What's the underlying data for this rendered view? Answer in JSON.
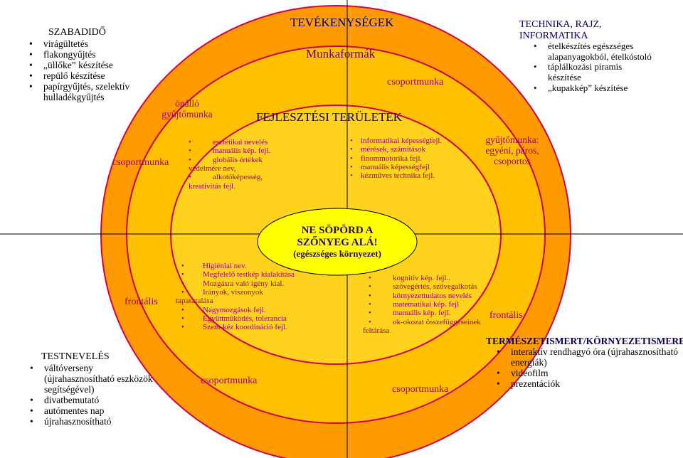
{
  "colors": {
    "outer": "#ff9a00",
    "middle": "#ffc000",
    "inner": "#ffd21e",
    "center": "#ffff00",
    "stroke": "#d10050",
    "labels": "#b0006a",
    "technika_title": "#0b0b6e"
  },
  "szabadido": {
    "title": "SZABADIDŐ",
    "items": [
      "virágültetés",
      "flakongyűjtés",
      "„üllőke” készítése",
      "repülő készítése",
      "papírgyűjtés, szelektív hulladékgyűjtés"
    ]
  },
  "top_left_label": "önálló gyűjtőmunka",
  "tevekenysegek": "TEVÉKENYSÉGEK",
  "munkaformak": "Munkaformák",
  "csoportmunka_top": "csoportmunka",
  "fejlesztesi": "FEJLESZTÉSI TERÜLETEK",
  "technika": {
    "title": "TECHNIKA, RAJZ, INFORMATIKA",
    "items": [
      "ételkészítés egészséges alapanyagokból, ételkóstoló",
      "táplálkozási piramis készítése",
      "„kupakkép” készítése"
    ]
  },
  "csoportmunka_left": "csoportmunka",
  "q1": {
    "items": [
      "esztétikai nevelés",
      "manuális kép. fejl.",
      "globális értékek védelmére nev,",
      "alkotóképesség, kreativitás fejl."
    ]
  },
  "q2": {
    "items": [
      "informatikai képességfejl.",
      "mérések, számítások",
      "finommotorika fejl.",
      "manuális képességfejl",
      "kézműves technika fejl."
    ]
  },
  "gyujtomunka_right": "gyűjtőmunka: egyéni, páros, csoportos",
  "center": {
    "line1": "NE SÖPÖRD A",
    "line2": "SZŐNYEG ALÁ!",
    "line3": "(egészséges környezet)"
  },
  "frontalis_left": "frontális",
  "frontalis_right": "frontális",
  "q3": {
    "items": [
      "Higiéniai nev.",
      "Megfelelő testkép kialakítása",
      "Mozgásra való igény kial.",
      "Irányok, viszonyok tapasztalása",
      "Nagymozgások fejl.",
      "Együttműködés, tolerancia",
      "Szem-kéz koordináció fejl."
    ]
  },
  "q4": {
    "items": [
      "kognitív kép. fejl..",
      "szövegértés, szövegalkotás",
      "környezettudatos nevelés",
      "matematikai kép. fejl",
      "manuális kép. fejl.",
      "ok-okozat összefüggéseinek feltárása"
    ]
  },
  "csoportmunka_bl": "csoportmunka",
  "csoportmunka_br": "csoportmunka",
  "testneveles": {
    "title": "TESTNEVELÉS",
    "items": [
      "váltóverseny (újrahasznosítható eszközök segítségével)",
      "divatbemutató",
      "autómentes nap",
      "újrahasznosítható"
    ]
  },
  "termeszet": {
    "title": "TERMÉSZETISMERT/KÖRNYEZETISMERET",
    "items": [
      "interaktív rendhagyó óra (újrahasznosítható energiák)",
      "videofilm",
      "prezentációk"
    ]
  }
}
